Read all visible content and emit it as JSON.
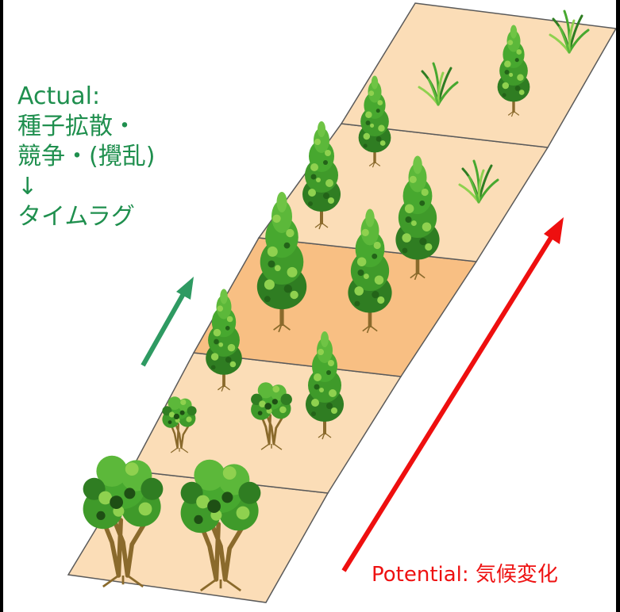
{
  "labels": {
    "actual_title": "Actual:",
    "actual_line1": " 種子拡散・",
    "actual_line2": "競争・(攪乱)",
    "actual_arrow": "  ↓",
    "actual_line3": "タイムラグ",
    "potential": "Potential: 気候変化"
  },
  "colors": {
    "tile_light": "#fbddb7",
    "tile_highlight": "#f8bf83",
    "tile_border": "#5a5a5a",
    "actual_arrow": "#2e9a62",
    "potential_arrow": "#ee0f0f",
    "actual_text": "#1f8f4e",
    "potential_text": "#ee1111",
    "foliage_dark": "#2f7d22",
    "foliage_mid": "#47a82f",
    "foliage_light": "#8fd14f",
    "trunk": "#8a6a2c"
  },
  "icons": [
    "conifer-tree-icon",
    "broadleaf-tree-icon",
    "grass-tuft-icon"
  ]
}
